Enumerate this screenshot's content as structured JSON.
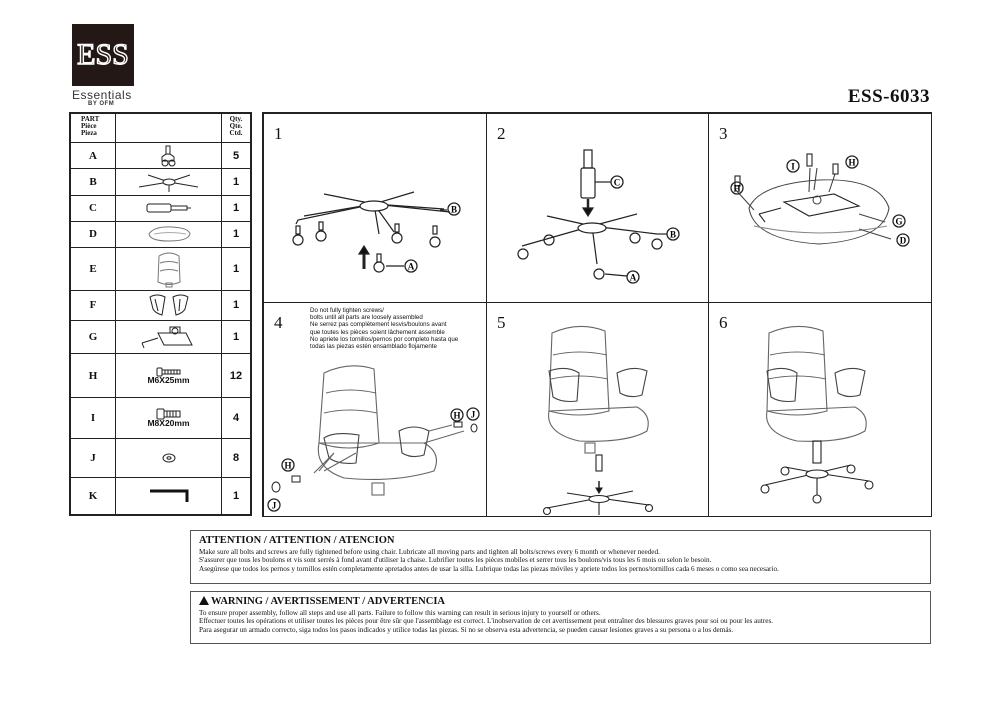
{
  "header": {
    "logo_alt": "ESS",
    "brand": "Essentials",
    "brand_sub": "BY OFM",
    "model": "ESS-6033"
  },
  "parts_table": {
    "col_part": [
      "PART",
      "Pièce",
      "Pieza"
    ],
    "col_qty": [
      "Qty.",
      "Qte.",
      "Ctd."
    ],
    "rows": [
      {
        "letter": "A",
        "qty": "5",
        "spec": ""
      },
      {
        "letter": "B",
        "qty": "1",
        "spec": ""
      },
      {
        "letter": "C",
        "qty": "1",
        "spec": ""
      },
      {
        "letter": "D",
        "qty": "1",
        "spec": ""
      },
      {
        "letter": "E",
        "qty": "1",
        "spec": ""
      },
      {
        "letter": "F",
        "qty": "1",
        "spec": ""
      },
      {
        "letter": "G",
        "qty": "1",
        "spec": ""
      },
      {
        "letter": "H",
        "qty": "12",
        "spec": "M6X25mm"
      },
      {
        "letter": "I",
        "qty": "4",
        "spec": "M8X20mm"
      },
      {
        "letter": "J",
        "qty": "8",
        "spec": ""
      },
      {
        "letter": "K",
        "qty": "1",
        "spec": ""
      }
    ]
  },
  "steps": [
    {
      "number": "1",
      "callouts": [
        "A",
        "B"
      ]
    },
    {
      "number": "2",
      "callouts": [
        "A",
        "B",
        "C"
      ]
    },
    {
      "number": "3",
      "callouts": [
        "D",
        "G",
        "H",
        "I",
        "H"
      ]
    },
    {
      "number": "4",
      "callouts": [
        "H",
        "J",
        "H",
        "J"
      ],
      "note": [
        "Do not fully tighten screws/",
        "bolts until all parts are loosely assembled",
        "Ne serrez pas complètement lesvis/boulons avant",
        "que toutes les pièces soient lâchement assemble",
        "No apriete los tornillos/pernos por completo hasta que",
        "todas las piezas estén ensamblado flojamente"
      ]
    },
    {
      "number": "5",
      "callouts": []
    },
    {
      "number": "6",
      "callouts": []
    }
  ],
  "attention": {
    "title": "ATTENTION / ATTENTION / ATENCION",
    "lines": [
      "Make sure all bolts and screws are fully tightened before using chair. Lubricate all moving parts and tighten all bolts/screws every 6 month or whenever needed.",
      "S'assurer que tous les boulons et vis sont serrés à fond avant d'utiliser la chaise. Lubrifier toutes les pièces mobiles et serrer tous les boulons/vis tous les 6 mois ou selon le besoin.",
      "Asegúrese que todos los pernos y tornillos estén completamente apretados antes de usar la silla. Lubrique todas las piezas móviles y apriete todos los pernos/tornillos cada 6 meses o como sea necesario."
    ]
  },
  "warning": {
    "title": "WARNING / AVERTISSEMENT / ADVERTENCIA",
    "lines": [
      "To ensure proper assembly, follow all steps and use all parts. Failure to follow this warning can result in serious injury to yourself or others.",
      "Effectuer toutes les opérations et utiliser toutes les pièces pour être sûr que l'assemblage est correct. L'inobservation de cet avertissement peut entraîner des blessures graves pour soi ou pour les autres.",
      "Para asegurar un armado correcto, siga todos los pasos indicados y utilice todas las piezas. Si no se observa esta advertencia, se pueden causar lesiones graves a su persona o a los demás."
    ]
  }
}
